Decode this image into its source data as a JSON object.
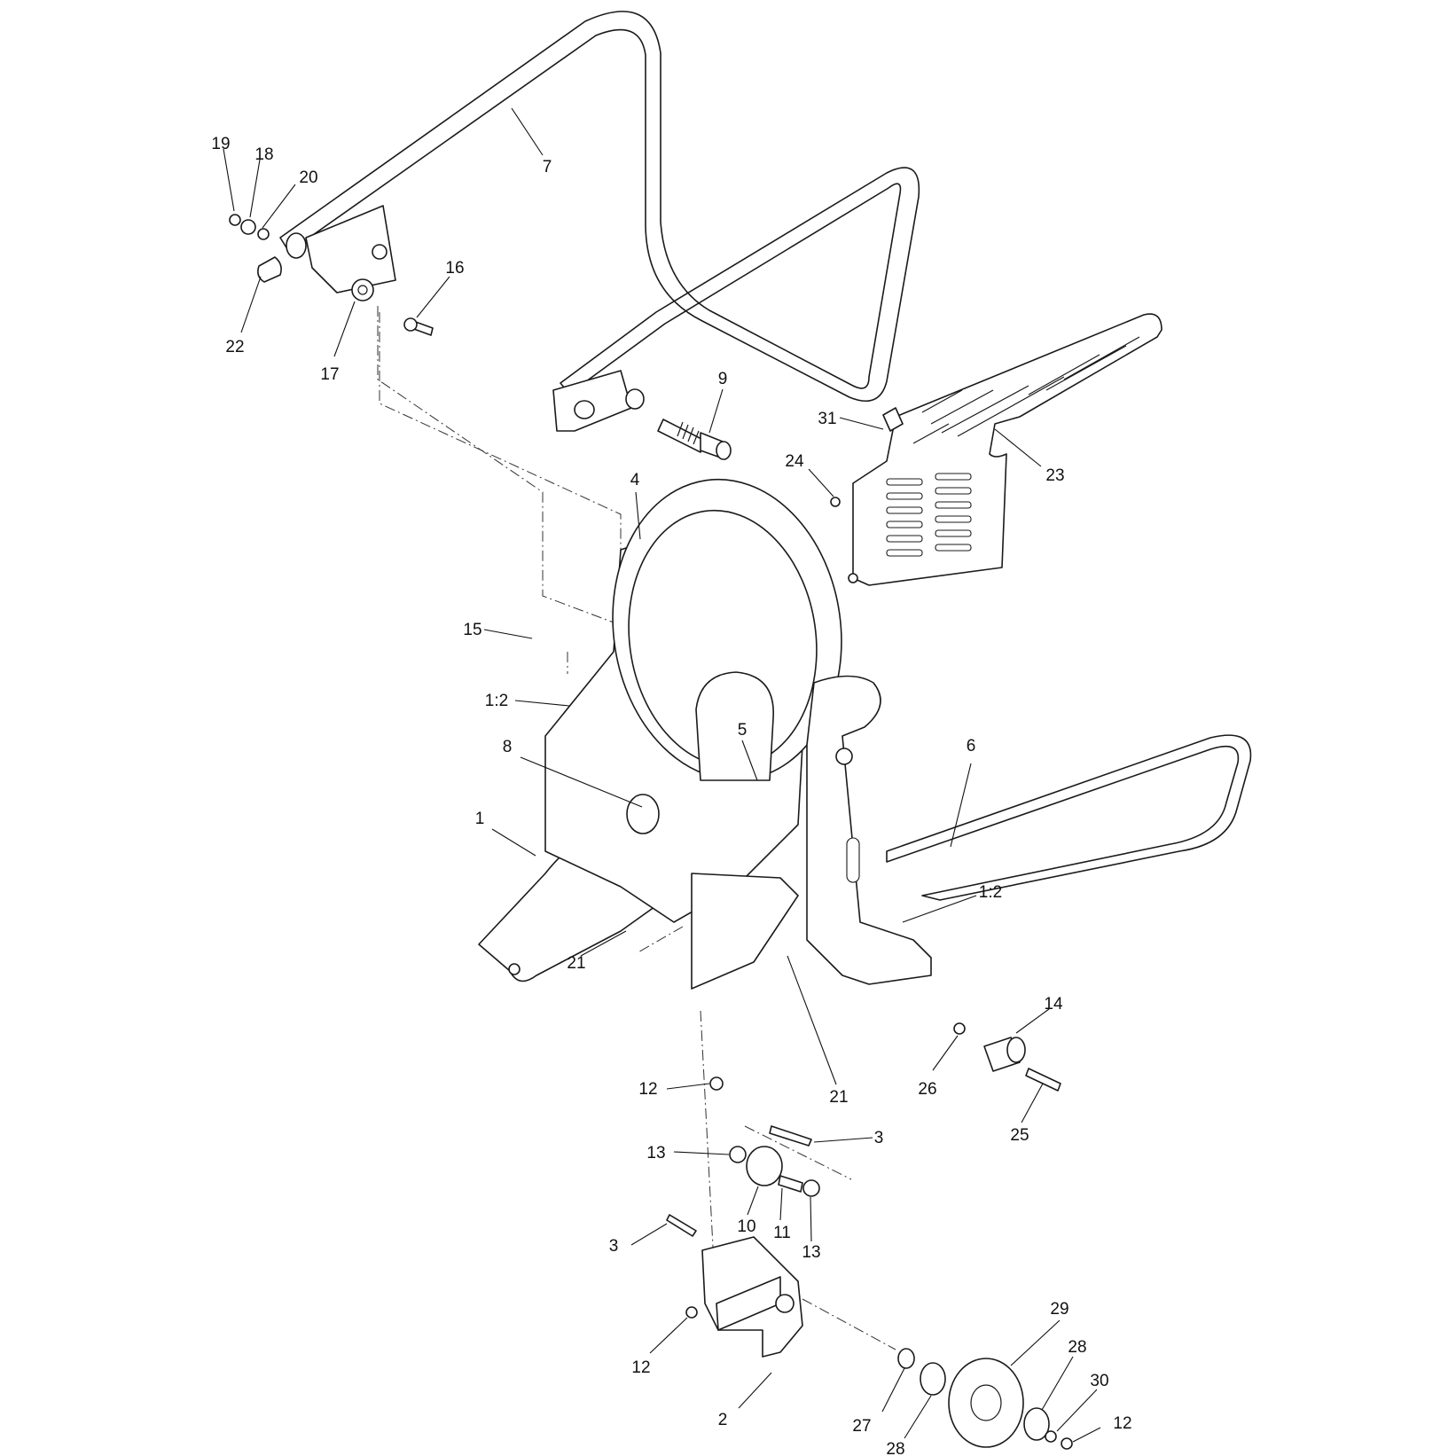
{
  "diagram": {
    "callouts": [
      {
        "id": "c19",
        "label": "19"
      },
      {
        "id": "c18",
        "label": "18"
      },
      {
        "id": "c20",
        "label": "20"
      },
      {
        "id": "c7",
        "label": "7"
      },
      {
        "id": "c22",
        "label": "22"
      },
      {
        "id": "c17",
        "label": "17"
      },
      {
        "id": "c16",
        "label": "16"
      },
      {
        "id": "c9",
        "label": "9"
      },
      {
        "id": "c31",
        "label": "31"
      },
      {
        "id": "c24",
        "label": "24"
      },
      {
        "id": "c23",
        "label": "23"
      },
      {
        "id": "c4",
        "label": "4"
      },
      {
        "id": "c15",
        "label": "15"
      },
      {
        "id": "c1-2-a",
        "label": "1:2"
      },
      {
        "id": "c5",
        "label": "5"
      },
      {
        "id": "c6",
        "label": "6"
      },
      {
        "id": "c8",
        "label": "8"
      },
      {
        "id": "c1",
        "label": "1"
      },
      {
        "id": "c1-2-b",
        "label": "1:2"
      },
      {
        "id": "c21-a",
        "label": "21"
      },
      {
        "id": "c14",
        "label": "14"
      },
      {
        "id": "c21-b",
        "label": "21"
      },
      {
        "id": "c26",
        "label": "26"
      },
      {
        "id": "c12-a",
        "label": "12"
      },
      {
        "id": "c25",
        "label": "25"
      },
      {
        "id": "c3-a",
        "label": "3"
      },
      {
        "id": "c13-a",
        "label": "13"
      },
      {
        "id": "c10",
        "label": "10"
      },
      {
        "id": "c11",
        "label": "11"
      },
      {
        "id": "c13-b",
        "label": "13"
      },
      {
        "id": "c3-b",
        "label": "3"
      },
      {
        "id": "c29",
        "label": "29"
      },
      {
        "id": "c28-a",
        "label": "28"
      },
      {
        "id": "c12-b",
        "label": "12"
      },
      {
        "id": "c30",
        "label": "30"
      },
      {
        "id": "c2",
        "label": "2"
      },
      {
        "id": "c27",
        "label": "27"
      },
      {
        "id": "c28-b",
        "label": "28"
      },
      {
        "id": "c12-c",
        "label": "12"
      }
    ]
  }
}
